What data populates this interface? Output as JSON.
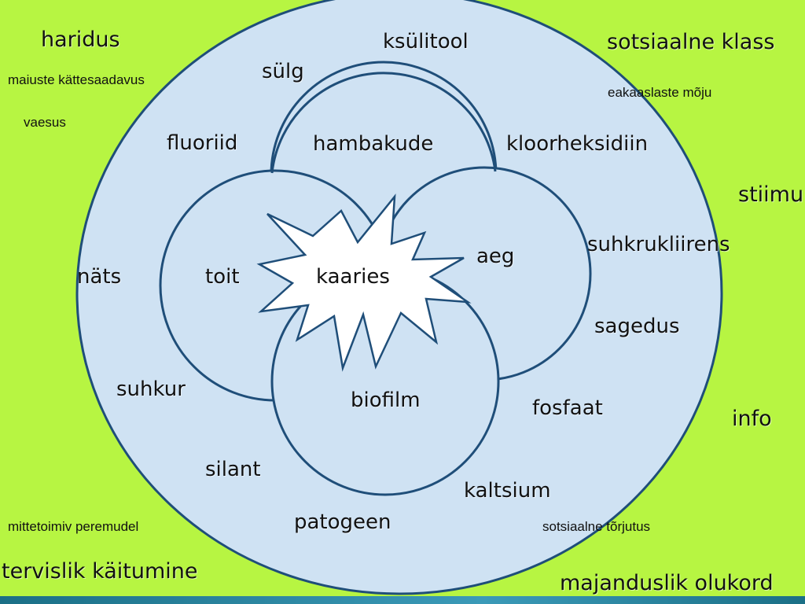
{
  "colors": {
    "background": "#b7f542",
    "outer_circle_fill": "#cfe2f3",
    "outline": "#1f4e79",
    "star_fill": "#ffffff",
    "bottom_bar": "#1b6f86"
  },
  "inner": {
    "top": "hambakude",
    "left": "toit",
    "right": "aeg",
    "bottom": "biofilm",
    "center": "kaaries"
  },
  "ring": {
    "sylg": "sülg",
    "ksylitool": "ksülitool",
    "fluoriid": "fluoriid",
    "kloorheksidiin": "kloorheksidiin",
    "suhkrukliirens": "suhkrukliirens",
    "nats": "näts",
    "sagedus": "sagedus",
    "suhkur": "suhkur",
    "fosfaat": "fosfaat",
    "silant": "silant",
    "kaltsium": "kaltsium",
    "patogeen": "patogeen"
  },
  "outer": {
    "haridus": "haridus",
    "maiuste": "maiuste kättesaadavus",
    "vaesus": "vaesus",
    "sotsiaalne_klass": "sotsiaalne klass",
    "eakaaslaste": "eakaaslaste mõju",
    "stiimul": "stiimul",
    "info": "info",
    "mittetoimiv": "mittetoimiv peremudel",
    "sotsiaalne_torjutus": "sotsiaalne tõrjutus",
    "tervislik": "tervislik käitumine",
    "majanduslik": "majanduslik olukord"
  }
}
